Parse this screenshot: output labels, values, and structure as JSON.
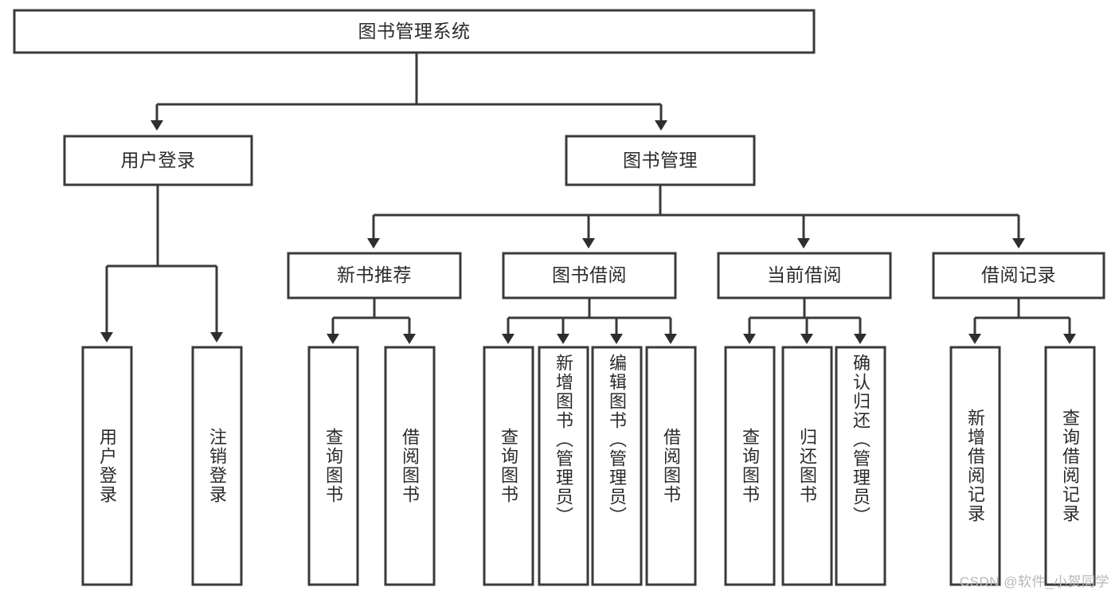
{
  "diagram": {
    "type": "tree-hierarchy",
    "title": "图书管理系统",
    "watermark": "CSDN @软件_小贺同学",
    "colors": {
      "box_stroke": "#3a3a3a",
      "box_fill": "#ffffff",
      "connector": "#3a3a3a",
      "text": "#2b2b2b",
      "watermark": "#b8b8b8",
      "background": "#ffffff"
    },
    "levels": {
      "root": {
        "label": "图书管理系统"
      },
      "level2": [
        {
          "label": "用户登录"
        },
        {
          "label": "图书管理"
        }
      ],
      "level3": [
        {
          "label": "新书推荐"
        },
        {
          "label": "图书借阅"
        },
        {
          "label": "当前借阅"
        },
        {
          "label": "借阅记录"
        }
      ],
      "leaves": {
        "user_login": [
          {
            "label": "用户登录"
          },
          {
            "label": "注销登录"
          }
        ],
        "new_book": [
          {
            "label": "查询图书"
          },
          {
            "label": "借阅图书"
          }
        ],
        "book_borrow": [
          {
            "label": "查询图书"
          },
          {
            "label": "新增图书（管理员）"
          },
          {
            "label": "编辑图书（管理员）"
          },
          {
            "label": "借阅图书"
          }
        ],
        "current_borrow": [
          {
            "label": "查询图书"
          },
          {
            "label": "归还图书"
          },
          {
            "label": "确认归还（管理员）"
          }
        ],
        "borrow_record": [
          {
            "label": "新增借阅记录"
          },
          {
            "label": "查询借阅记录"
          }
        ]
      }
    }
  }
}
